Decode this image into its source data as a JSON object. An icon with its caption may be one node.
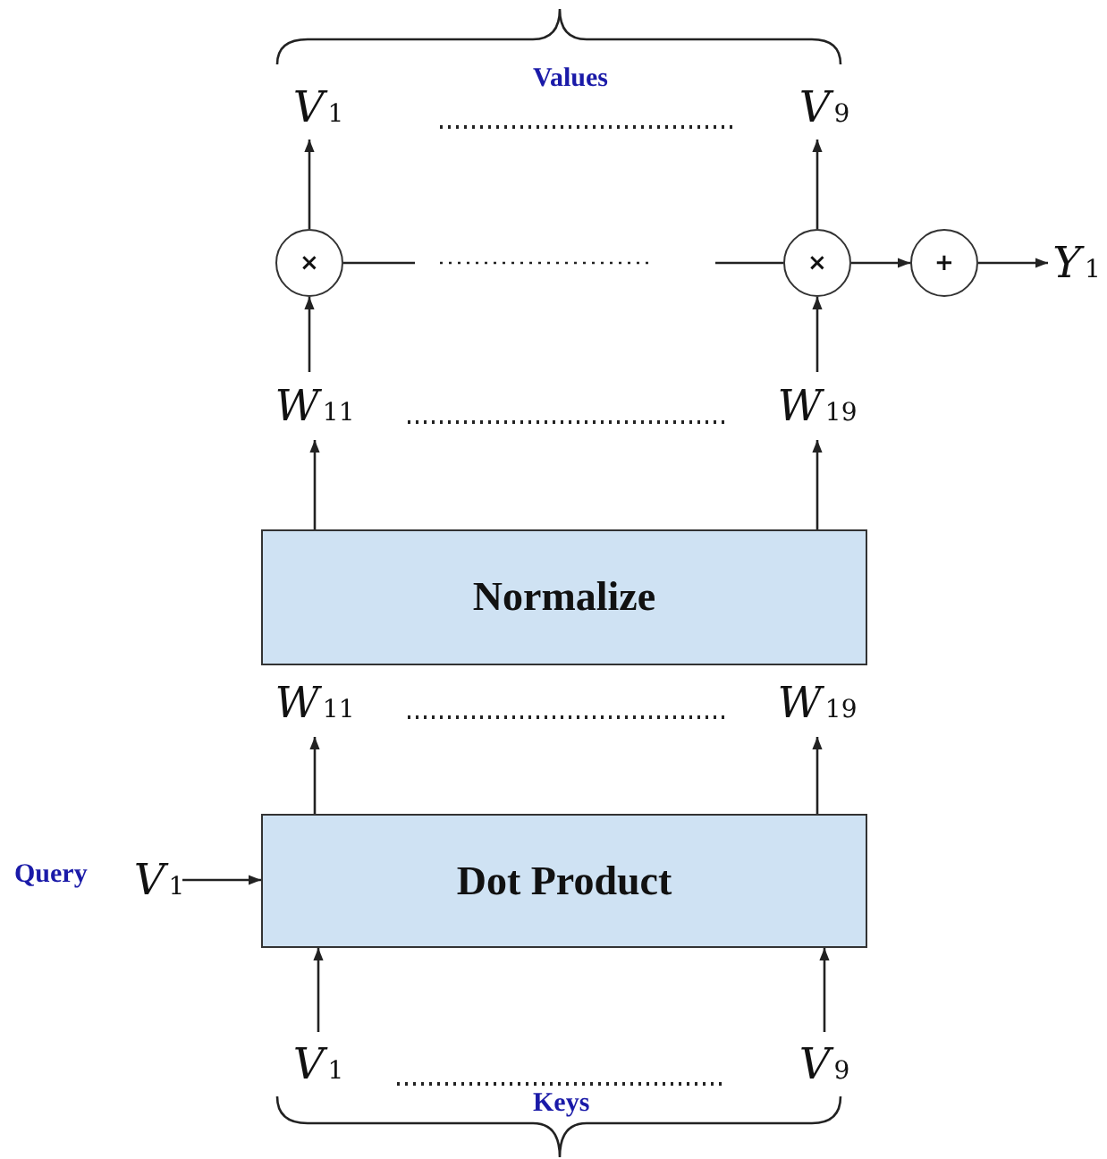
{
  "diagram": {
    "nodes": [
      {
        "text": [
          "V$_{1}$"
        ]
      },
      {
        "text": [
          "V$_{9}$"
        ]
      },
      {
        "text": [
          "×"
        ]
      },
      {
        "text": [
          "×"
        ]
      },
      {
        "text": [
          "+"
        ]
      },
      {
        "text": [
          "Y$_{1}$"
        ]
      },
      {
        "text": [
          "W$_{11}$"
        ]
      },
      {
        "text": [
          "W$_{19}$"
        ]
      },
      {
        "text": [
          "Normalize"
        ]
      },
      {
        "text": [
          "W$_{11}$"
        ]
      },
      {
        "text": [
          "W$_{19}$"
        ]
      },
      {
        "text": [
          "V$_{1}$"
        ],
        "beside": [
          "Query"
        ]
      },
      {
        "text": [
          "Dot Product"
        ]
      },
      {
        "text": [
          "V$_{1}$"
        ]
      },
      {
        "text": [
          "V$_{9}$"
        ]
      }
    ],
    "edges": [
      {
        "from": 2,
        "to": 0,
        "arrow": "to"
      },
      {
        "from": 3,
        "to": 1,
        "arrow": "to"
      },
      {
        "from": 2,
        "to": 3,
        "arrow": "none",
        "style": "dashed"
      },
      {
        "from": 3,
        "to": 4,
        "arrow": "to"
      },
      {
        "from": 4,
        "to": 5,
        "arrow": "to"
      },
      {
        "from": 6,
        "to": 2,
        "arrow": "to"
      },
      {
        "from": 7,
        "to": 3,
        "arrow": "to"
      },
      {
        "from": 8,
        "to": 6,
        "arrow": "to"
      },
      {
        "from": 8,
        "to": 7,
        "arrow": "to"
      },
      {
        "from": 12,
        "to": 9,
        "arrow": "to"
      },
      {
        "from": 12,
        "to": 10,
        "arrow": "to"
      },
      {
        "from": 11,
        "to": 12,
        "arrow": "to"
      },
      {
        "from": 13,
        "to": 12,
        "arrow": "to"
      },
      {
        "from": 14,
        "to": 12,
        "arrow": "to"
      }
    ],
    "labels": [
      "Values",
      "Keys"
    ]
  }
}
